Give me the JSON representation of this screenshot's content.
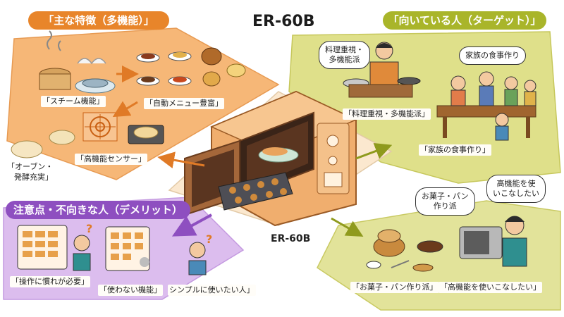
{
  "title": "ER-60B",
  "oven_label": "ER-60B",
  "colors": {
    "features": "#e8852a",
    "target": "#a9b52a",
    "demerit": "#8e4fc0",
    "features_bg": "#f6b777",
    "target_bg": "#dfe08a",
    "demerit_bg": "#d9b6ec"
  },
  "sections": {
    "features": {
      "heading": "「主な特徴（多機能）」",
      "items": [
        "「スチーム機能」",
        "「自動メニュー豊富」",
        "「高機能センサー」",
        "「オーブン・",
        "発酵充実」"
      ]
    },
    "target": {
      "heading": "「向いている人（ターゲット）」",
      "bubble1": [
        "料理重視・",
        "多機能派"
      ],
      "bubble2": "家族の食事作り",
      "items": [
        "「料理重視・多機能派」",
        "「家族の食事作り」"
      ]
    },
    "demerit": {
      "heading": "注意点・不向きな人（デメリット）",
      "items": [
        "「操作に慣れが必要」",
        "「使わない機能」",
        "シンプルに使いたい人」"
      ]
    },
    "bread": {
      "bubble1": [
        "お菓子・パン",
        "作り派"
      ],
      "bubble2": [
        "高機能を使",
        "いこなしたい"
      ],
      "items": [
        "「お菓子・パン作り派」",
        "「高機能を使いこなしたい」"
      ]
    }
  }
}
